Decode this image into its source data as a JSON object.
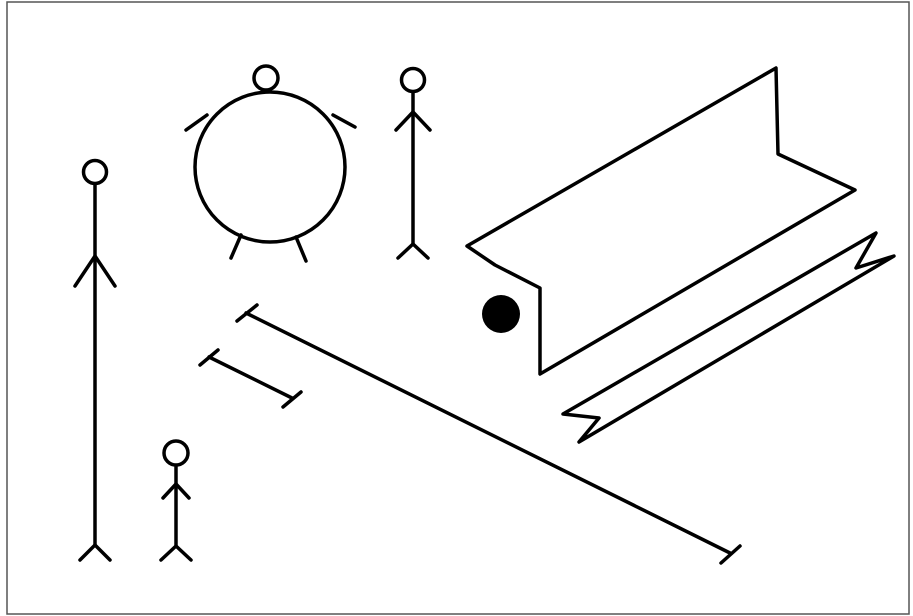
{
  "figure": {
    "background_color": "#ffffff",
    "stroke_color": "#000000",
    "frame_color": "#555555",
    "elements": [
      "tall-stick-figure",
      "round-stick-figure",
      "medium-stick-figure",
      "short-stick-figure",
      "long-line-segment",
      "short-line-segment",
      "black-ball",
      "folded-ribbon-shape",
      "torn-strip-shape"
    ]
  }
}
